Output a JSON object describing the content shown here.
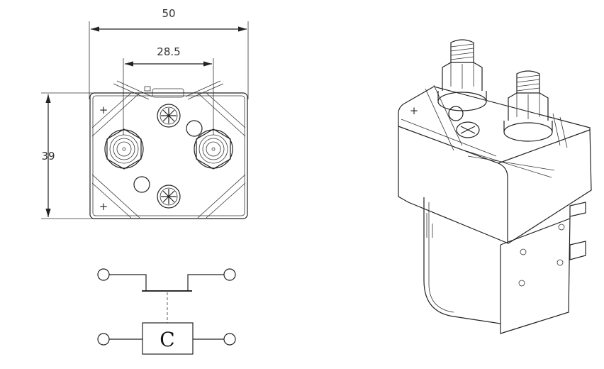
{
  "dimensions": {
    "overall_width": "50",
    "terminal_spacing": "28.5",
    "height": "39"
  },
  "top_view": {
    "polarity_plus_top": "+",
    "polarity_plus_bottom": "+"
  },
  "schematic": {
    "coil_label": "C"
  },
  "iso_view": {
    "polarity_mark": "+"
  }
}
